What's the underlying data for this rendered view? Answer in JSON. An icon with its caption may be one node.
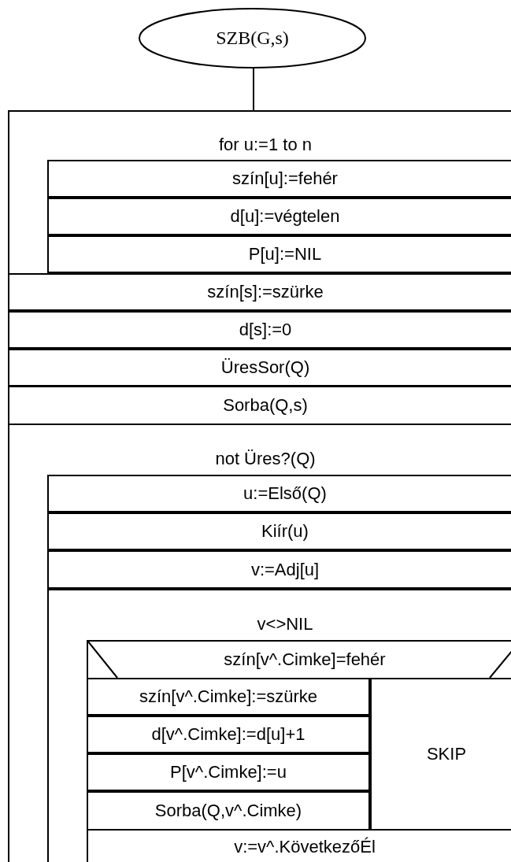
{
  "diagram": {
    "nodes": [
      {
        "text": [
          "SZB(G,s)"
        ]
      },
      {
        "text": [
          "for u:=1 to n"
        ]
      },
      {
        "text": [
          "szín[u]:=fehér"
        ],
        "in": 1
      },
      {
        "text": [
          "d[u]:=végtelen"
        ],
        "in": 1
      },
      {
        "text": [
          "P[u]:=NIL"
        ],
        "in": 1
      },
      {
        "text": [
          "szín[s]:=szürke"
        ]
      },
      {
        "text": [
          "d[s]:=0"
        ]
      },
      {
        "text": [
          "ÜresSor(Q)"
        ]
      },
      {
        "text": [
          "Sorba(Q,s)"
        ]
      },
      {
        "text": [
          "not Üres?(Q)"
        ]
      },
      {
        "text": [
          "u:=Első(Q)"
        ],
        "in": 9
      },
      {
        "text": [
          "Kiír(u)"
        ],
        "in": 9
      },
      {
        "text": [
          "v:=Adj[u]"
        ],
        "in": 9
      },
      {
        "text": [
          "v<>NIL"
        ],
        "in": 9
      },
      {
        "text": [
          "szín[v^.Cimke]=fehér"
        ],
        "in": 13
      },
      {
        "text": [
          "szín[v^.Cimke]:=szürke"
        ],
        "in": 14
      },
      {
        "text": [
          "d[v^.Cimke]:=d[u]+1"
        ],
        "in": 14
      },
      {
        "text": [
          "P[v^.Cimke]:=u"
        ],
        "in": 14
      },
      {
        "text": [
          "Sorba(Q,v^.Cimke)"
        ],
        "in": 14
      },
      {
        "text": [
          "SKIP"
        ],
        "in": 14
      },
      {
        "text": [
          "v:=v^.KövetkezőÉl"
        ],
        "in": 13
      }
    ],
    "edges": [
      {
        "from": 0,
        "to": 1,
        "arrow": "none"
      }
    ]
  }
}
